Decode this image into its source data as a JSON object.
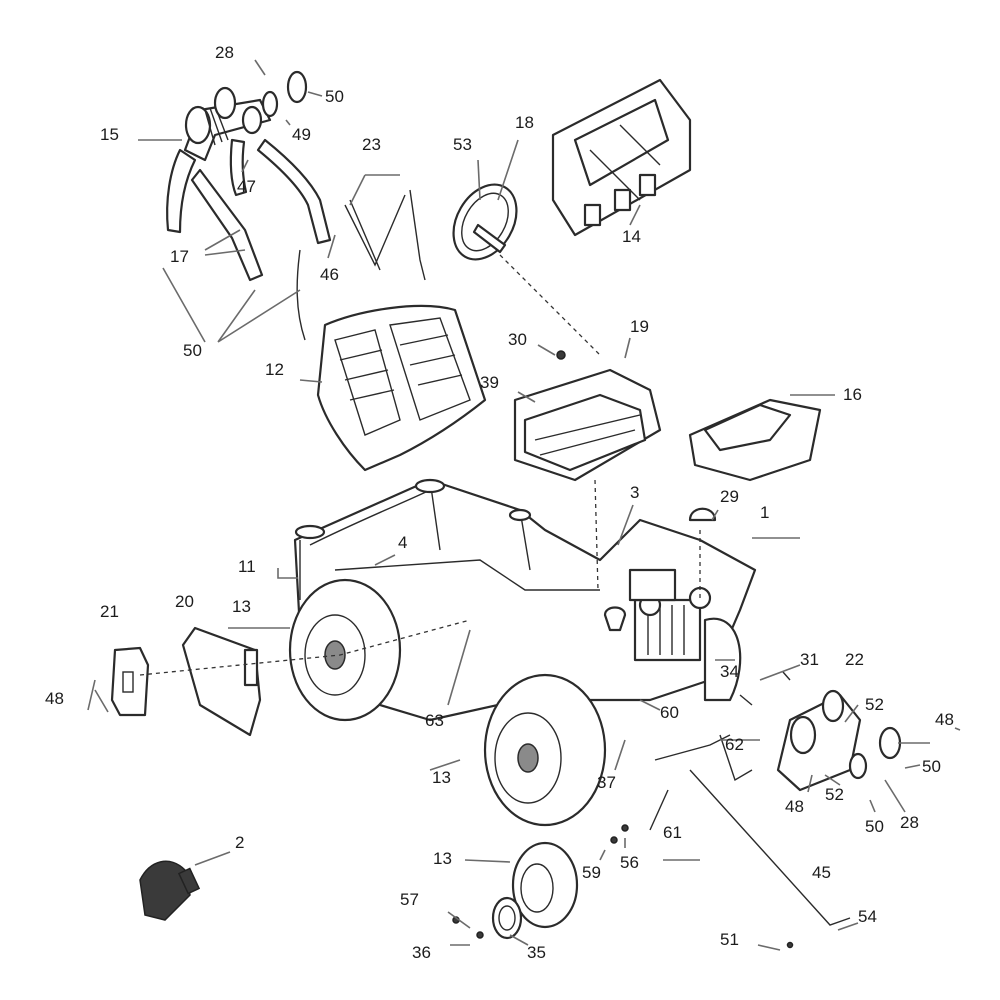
{
  "diagram": {
    "callouts": [
      {
        "id": "c28a",
        "text": "28"
      },
      {
        "id": "c50a",
        "text": "50"
      },
      {
        "id": "c15",
        "text": "15"
      },
      {
        "id": "c49",
        "text": "49"
      },
      {
        "id": "c47",
        "text": "47"
      },
      {
        "id": "c17",
        "text": "17"
      },
      {
        "id": "c46",
        "text": "46"
      },
      {
        "id": "c50b",
        "text": "50"
      },
      {
        "id": "c23",
        "text": "23"
      },
      {
        "id": "c53",
        "text": "53"
      },
      {
        "id": "c18",
        "text": "18"
      },
      {
        "id": "c14",
        "text": "14"
      },
      {
        "id": "c12",
        "text": "12"
      },
      {
        "id": "c30",
        "text": "30"
      },
      {
        "id": "c19",
        "text": "19"
      },
      {
        "id": "c39",
        "text": "39"
      },
      {
        "id": "c16",
        "text": "16"
      },
      {
        "id": "c3",
        "text": "3"
      },
      {
        "id": "c29",
        "text": "29"
      },
      {
        "id": "c1",
        "text": "1"
      },
      {
        "id": "c4",
        "text": "4"
      },
      {
        "id": "c11",
        "text": "11"
      },
      {
        "id": "c21",
        "text": "21"
      },
      {
        "id": "c20",
        "text": "20"
      },
      {
        "id": "c13a",
        "text": "13"
      },
      {
        "id": "c48a",
        "text": "48"
      },
      {
        "id": "c63",
        "text": "63"
      },
      {
        "id": "c31",
        "text": "31"
      },
      {
        "id": "c22",
        "text": "22"
      },
      {
        "id": "c34",
        "text": "34"
      },
      {
        "id": "c52a",
        "text": "52"
      },
      {
        "id": "c48b",
        "text": "48"
      },
      {
        "id": "c60",
        "text": "60"
      },
      {
        "id": "c62",
        "text": "62"
      },
      {
        "id": "c13b",
        "text": "13"
      },
      {
        "id": "c37",
        "text": "37"
      },
      {
        "id": "c50c",
        "text": "50"
      },
      {
        "id": "c48c",
        "text": "48"
      },
      {
        "id": "c52b",
        "text": "52"
      },
      {
        "id": "c50d",
        "text": "50"
      },
      {
        "id": "c28b",
        "text": "28"
      },
      {
        "id": "c2",
        "text": "2"
      },
      {
        "id": "c61",
        "text": "61"
      },
      {
        "id": "c13c",
        "text": "13"
      },
      {
        "id": "c59",
        "text": "59"
      },
      {
        "id": "c56",
        "text": "56"
      },
      {
        "id": "c45",
        "text": "45"
      },
      {
        "id": "c57",
        "text": "57"
      },
      {
        "id": "c54",
        "text": "54"
      },
      {
        "id": "c51",
        "text": "51"
      },
      {
        "id": "c36",
        "text": "36"
      },
      {
        "id": "c35",
        "text": "35"
      }
    ]
  }
}
